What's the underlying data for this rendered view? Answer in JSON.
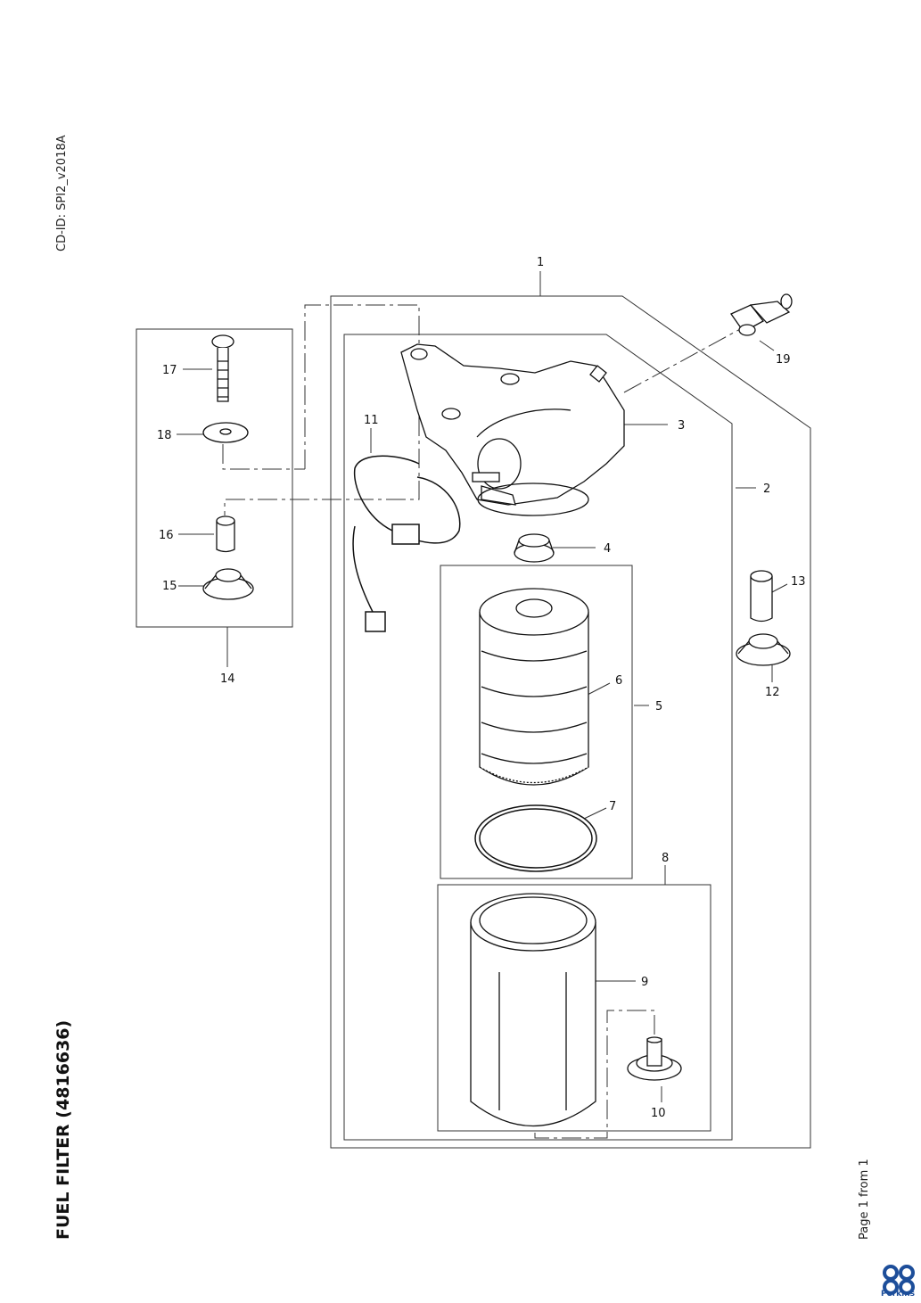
{
  "header": {
    "cd_id": "CD-ID: SPI2_v2018A"
  },
  "document": {
    "title": "FUEL FILTER (4816636)",
    "page_info": "Page 1 from 1"
  },
  "brand": {
    "name": "Perkins",
    "color": "#1d4e9a"
  },
  "callouts": {
    "c1": "1",
    "c2": "2",
    "c3": "3",
    "c4": "4",
    "c5": "5",
    "c6": "6",
    "c7": "7",
    "c8": "8",
    "c9": "9",
    "c10": "10",
    "c11": "11",
    "c12": "12",
    "c13": "13",
    "c14": "14",
    "c15": "15",
    "c16": "16",
    "c17": "17",
    "c18": "18",
    "c19": "19"
  }
}
